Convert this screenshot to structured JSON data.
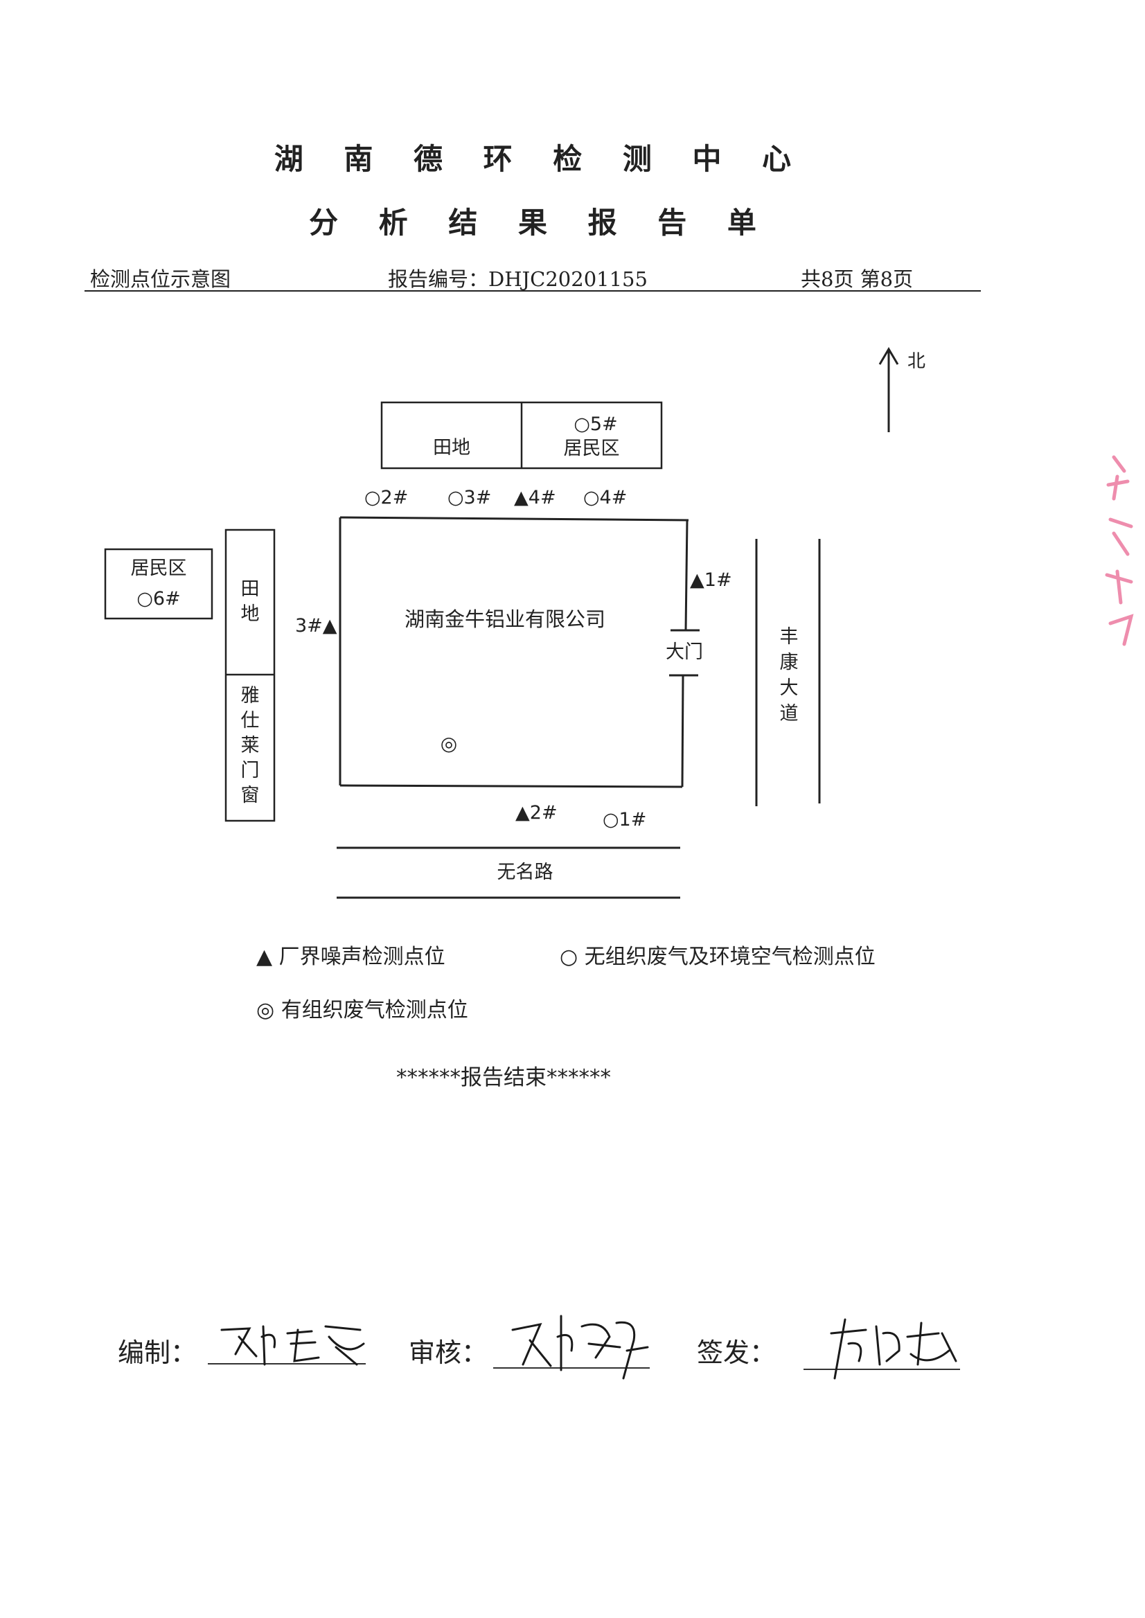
{
  "header": {
    "org_name": "湖 南 德 环 检 测 中 心",
    "doc_title": "分 析 结 果 报 告 单",
    "section": "检测点位示意图",
    "report_no": "报告编号：DHJC20201155",
    "pages": "共8页  第8页"
  },
  "map": {
    "north": "北",
    "company": "湖南金牛铝业有限公司",
    "gate": "大门",
    "field_north": "田地",
    "residential_north": "居民区",
    "residential_west": "居民区",
    "field_west": [
      "田",
      "地"
    ],
    "yashilai": [
      "雅",
      "仕",
      "莱",
      "门",
      "窗"
    ],
    "fengkang": [
      "丰",
      "康",
      "大",
      "道"
    ],
    "road_south": "无名路",
    "points": {
      "o5": "○5#",
      "o2": "○2#",
      "o3": "○3#",
      "t4": "▲4#",
      "o4": "○4#",
      "o6": "○6#",
      "t3": "3#▲",
      "t1": "▲1#",
      "t2": "▲2#",
      "o1": "○1#",
      "stack": "◎"
    }
  },
  "legend": {
    "noise": "▲  厂界噪声检测点位",
    "air": "○  无组织废气及环境空气检测点位",
    "stack": "◎ 有组织废气检测点位"
  },
  "end_text": "******报告结束******",
  "signatures": {
    "compile_label": "编制：",
    "review_label": "审核：",
    "issue_label": "签发："
  }
}
